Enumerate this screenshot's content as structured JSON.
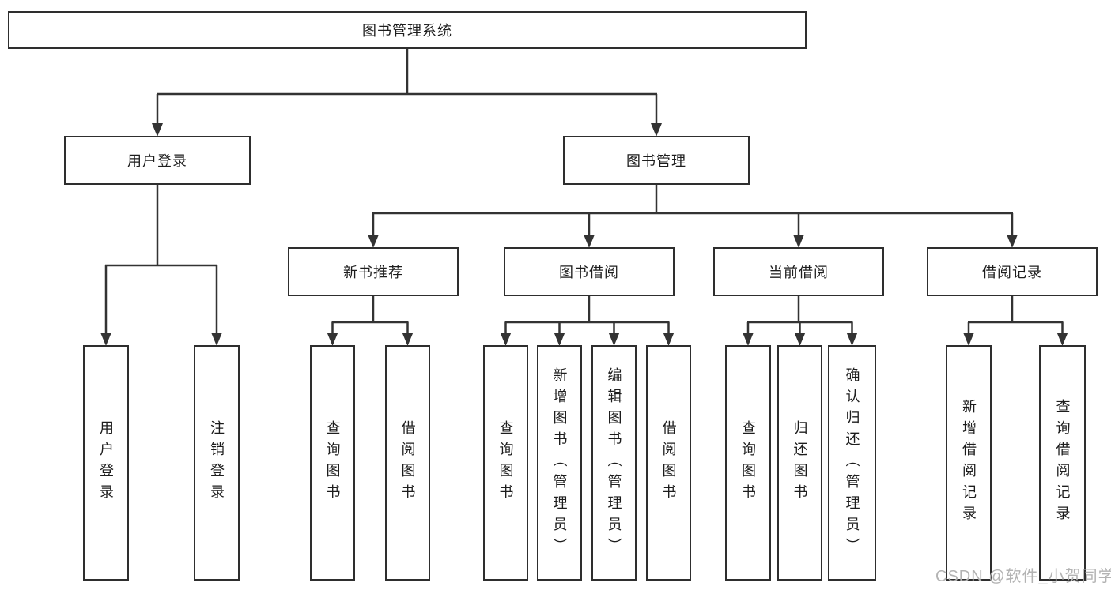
{
  "diagram": {
    "line_color": "#333333",
    "box_border_color": "#2e2e2e",
    "text_color": "#1d1d1d",
    "nodes": [
      {
        "id": "root",
        "label": "图书管理系统"
      },
      {
        "id": "user-login",
        "label": "用户登录",
        "parent": "root"
      },
      {
        "id": "book-mgmt",
        "label": "图书管理",
        "parent": "root"
      },
      {
        "id": "new-book-rec",
        "label": "新书推荐",
        "parent": "book-mgmt"
      },
      {
        "id": "book-borrow",
        "label": "图书借阅",
        "parent": "book-mgmt"
      },
      {
        "id": "current-borrow",
        "label": "当前借阅",
        "parent": "book-mgmt"
      },
      {
        "id": "borrow-records",
        "label": "借阅记录",
        "parent": "book-mgmt"
      },
      {
        "id": "user-login-leaf",
        "label": "用户登录",
        "parent": "user-login"
      },
      {
        "id": "logout-leaf",
        "label": "注销登录",
        "parent": "user-login"
      },
      {
        "id": "rec-query-book",
        "label": "查询图书",
        "parent": "new-book-rec"
      },
      {
        "id": "rec-borrow-book",
        "label": "借阅图书",
        "parent": "new-book-rec"
      },
      {
        "id": "bb-query-book",
        "label": "查询图书",
        "parent": "book-borrow"
      },
      {
        "id": "bb-add-book",
        "label": "新增图书（管理员）",
        "parent": "book-borrow"
      },
      {
        "id": "bb-edit-book",
        "label": "编辑图书（管理员）",
        "parent": "book-borrow"
      },
      {
        "id": "bb-borrow-book",
        "label": "借阅图书",
        "parent": "book-borrow"
      },
      {
        "id": "cb-query-book",
        "label": "查询图书",
        "parent": "current-borrow"
      },
      {
        "id": "cb-return-book",
        "label": "归还图书",
        "parent": "current-borrow"
      },
      {
        "id": "cb-confirm-return",
        "label": "确认归还（管理员）",
        "parent": "current-borrow"
      },
      {
        "id": "br-add-record",
        "label": "新增借阅记录",
        "parent": "borrow-records"
      },
      {
        "id": "br-query-record",
        "label": "查询借阅记录",
        "parent": "borrow-records"
      }
    ]
  },
  "watermark": {
    "text": "CSDN @软件_小贺同学",
    "color": "#b3b3b3"
  }
}
